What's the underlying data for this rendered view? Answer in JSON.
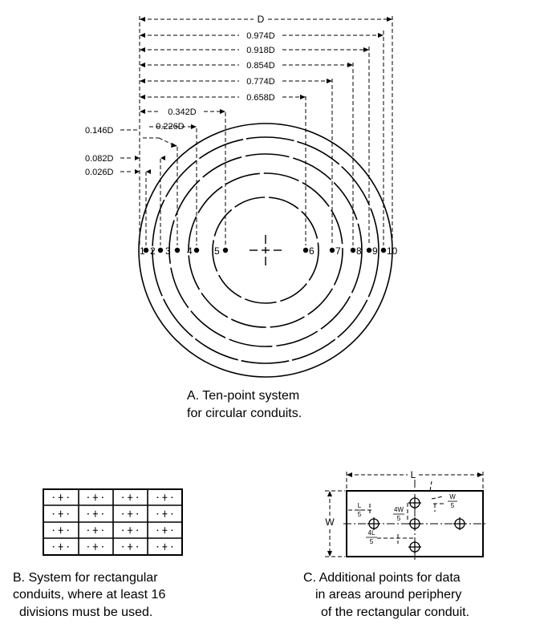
{
  "diagram_a": {
    "top_label": "D",
    "dimension_labels": [
      "0.974D",
      "0.918D",
      "0.854D",
      "0.774D",
      "0.658D",
      "0.342D",
      "0.226D",
      "0.146D",
      "0.082D",
      "0.026D"
    ],
    "point_numbers": [
      "1",
      "2",
      "3",
      "4",
      "5",
      "6",
      "7",
      "8",
      "9",
      "10"
    ],
    "caption_line1": "A.  Ten-point system",
    "caption_line2": "for circular conduits."
  },
  "diagram_b": {
    "caption_line1": "B.  System for rectangular",
    "caption_line2": "conduits, where at least 16",
    "caption_line3": "divisions must be used."
  },
  "diagram_c": {
    "label_length": "L",
    "label_width": "W",
    "label_l5_num": "L",
    "label_l5_den": "5",
    "label_4w5_num": "4W",
    "label_4w5_den": "5",
    "label_w5_num": "W",
    "label_w5_den": "5",
    "label_4l5_num": "4L",
    "label_4l5_den": "5",
    "caption_line1": "C.  Additional  points  for  data",
    "caption_line2": "in  areas  around  periphery",
    "caption_line3": "of  the  rectangular  conduit."
  }
}
